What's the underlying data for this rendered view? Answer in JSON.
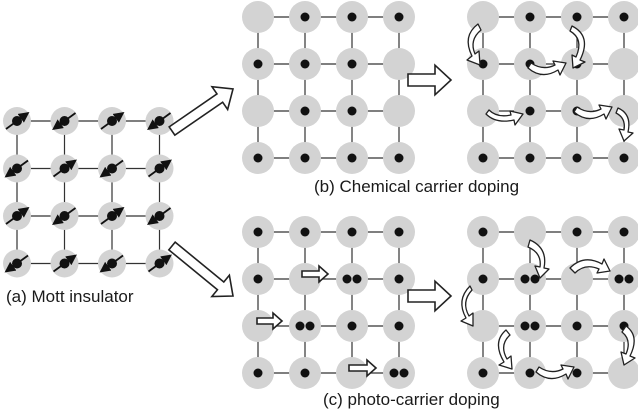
{
  "captions": {
    "mott": "(a) Mott insulator",
    "chemical": "(b) Chemical carrier doping",
    "photo": "(c) photo-carrier doping"
  },
  "colors": {
    "site": "#d3d3d3",
    "electron": "#111111",
    "line": "#333333"
  }
}
